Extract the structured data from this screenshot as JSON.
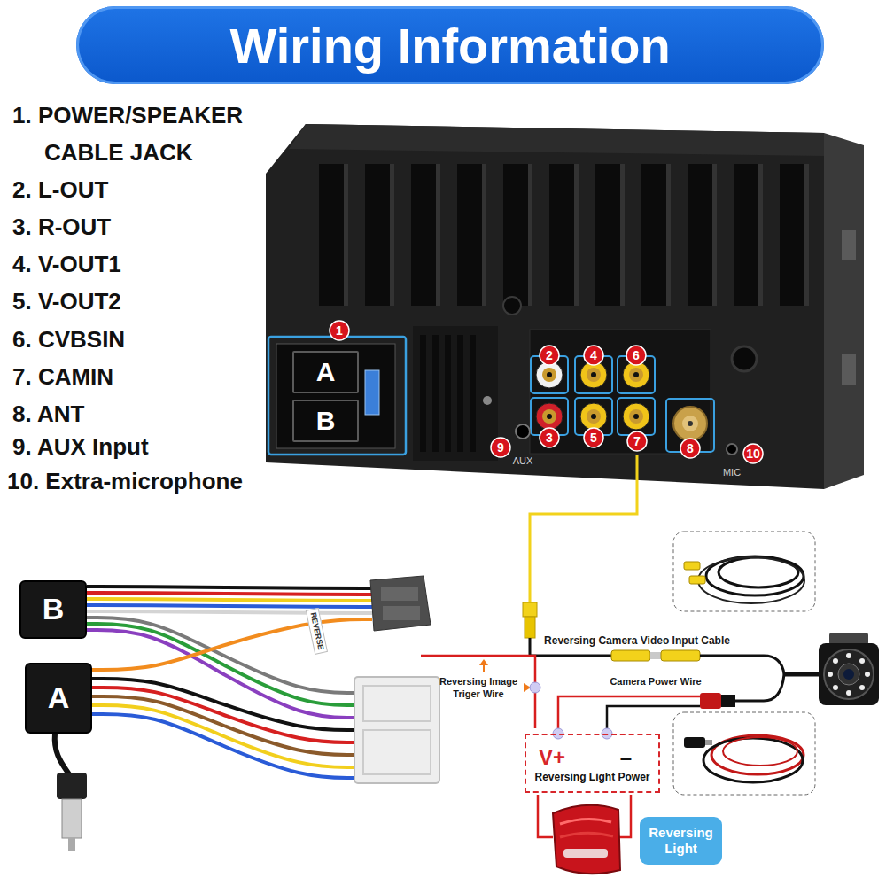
{
  "diagram": {
    "title": "Wiring Information",
    "nodes": [
      {
        "text": [
          "1"
        ]
      },
      {
        "text": [
          "2"
        ]
      },
      {
        "text": [
          "3"
        ]
      },
      {
        "text": [
          "4"
        ]
      },
      {
        "text": [
          "5"
        ]
      },
      {
        "text": [
          "6"
        ]
      },
      {
        "text": [
          "7"
        ]
      },
      {
        "text": [
          "8"
        ]
      },
      {
        "text": [
          "9"
        ]
      },
      {
        "text": [
          "10"
        ]
      },
      {
        "text": [
          "A"
        ]
      },
      {
        "text": [
          "B"
        ]
      },
      {
        "text": [
          "B"
        ]
      },
      {
        "text": [
          "A"
        ]
      },
      {
        "text": [
          "V+",
          "–",
          "Reversing Light Power"
        ]
      },
      {
        "text": [
          "Reversing Light"
        ]
      }
    ],
    "labels": [
      "1. POWER/SPEAKER CABLE JACK",
      "2. L-OUT",
      "3. R-OUT",
      "4. V-OUT1",
      "5. V-OUT2",
      "6. CVBSIN",
      "7. CAMIN",
      "8. ANT",
      "9. AUX Input",
      "10. Extra-microphone",
      "AUX",
      "MIC",
      "REVERSE",
      "Reversing Camera Video Input Cable",
      "Reversing Image Triger Wire",
      "Camera Power Wire"
    ]
  }
}
